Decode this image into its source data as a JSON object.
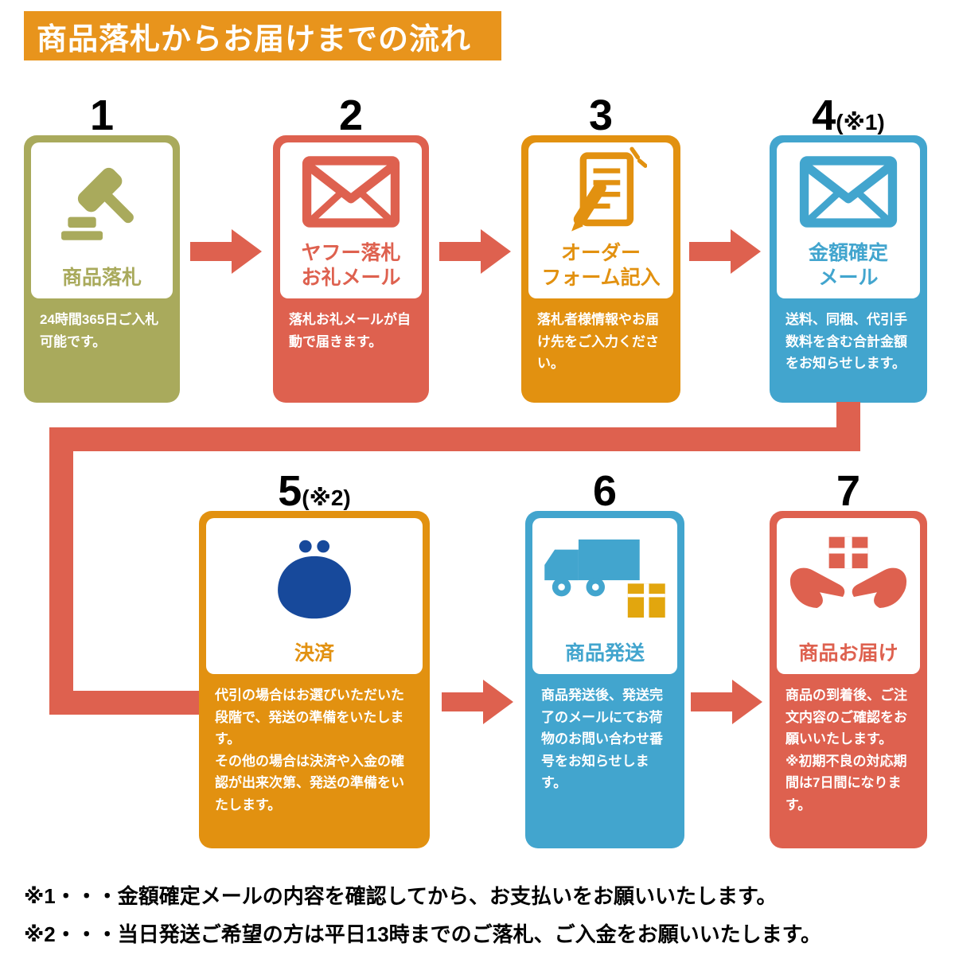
{
  "colors": {
    "header_bg": "#E8941C",
    "arrow": "#DE614F",
    "purse": "#17499B",
    "package": "#E2A60E"
  },
  "header": {
    "title": "商品落札からお届けまでの流れ"
  },
  "steps": [
    {
      "num": "1",
      "note": "",
      "title": "商品落札",
      "desc": "24時間365日ご入札可能です。",
      "color": "#A9AA5C",
      "icon": "gavel-icon"
    },
    {
      "num": "2",
      "note": "",
      "title": "ヤフー落札\nお礼メール",
      "desc": "落札お礼メールが自動で届きます。",
      "color": "#DE614F",
      "icon": "mail-icon"
    },
    {
      "num": "3",
      "note": "",
      "title": "オーダー\nフォーム記入",
      "desc": "落札者様情報やお届け先をご入力ください。",
      "color": "#E29110",
      "icon": "order-form-icon"
    },
    {
      "num": "4",
      "note": "(※1)",
      "title": "金額確定\nメール",
      "desc": "送料、同梱、代引手数料を含む合計金額をお知らせします。",
      "color": "#42A5CE",
      "icon": "mail-icon"
    },
    {
      "num": "5",
      "note": "(※2)",
      "title": "決済",
      "desc": "代引の場合はお選びいただいた段階で、発送の準備をいたします。\nその他の場合は決済や入金の確認が出来次第、発送の準備をいたします。",
      "color": "#E29110",
      "icon": "purse-icon"
    },
    {
      "num": "6",
      "note": "",
      "title": "商品発送",
      "desc": "商品発送後、発送完了のメールにてお荷物のお問い合わせ番号をお知らせします。",
      "color": "#42A5CE",
      "icon": "truck-icon"
    },
    {
      "num": "7",
      "note": "",
      "title": "商品お届け",
      "desc": "商品の到着後、ご注文内容のご確認をお願いいたします。\n※初期不良の対応期間は7日間になります。",
      "color": "#DE614F",
      "icon": "hands-delivery-icon"
    }
  ],
  "footnotes": [
    "※1・・・金額確定メールの内容を確認してから、お支払いをお願いいたします。",
    "※2・・・当日発送ご希望の方は平日13時までのご落札、ご入金をお願いいたします。"
  ]
}
